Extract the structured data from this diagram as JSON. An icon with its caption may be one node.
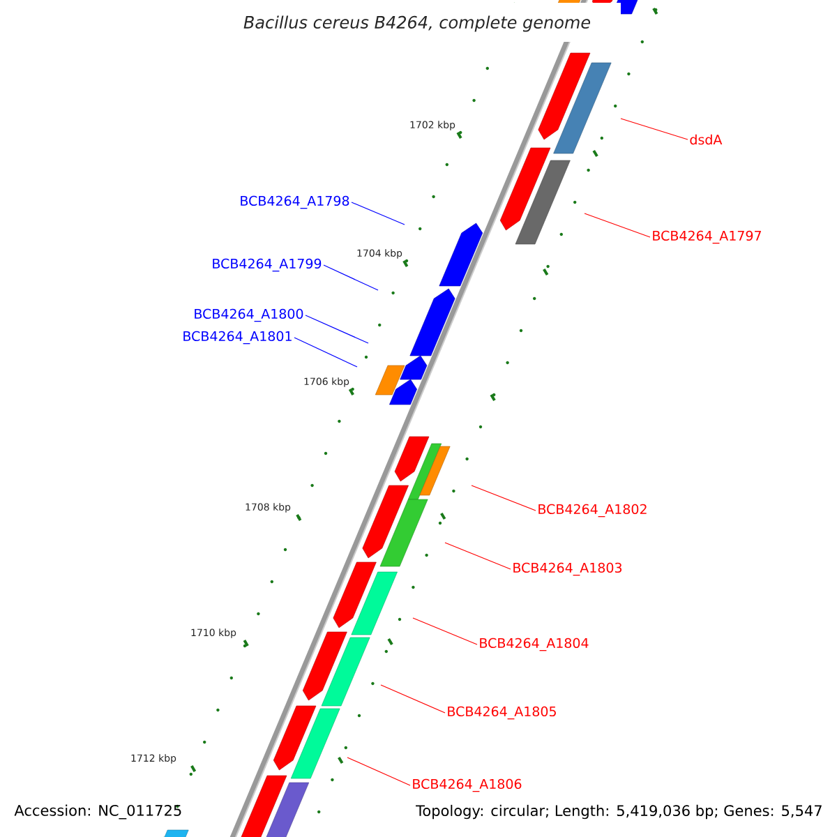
{
  "diagram": {
    "title": "Bacillus cereus B4264, complete genome",
    "nodes": [
      {
        "text": [
          "dsdA"
        ]
      },
      {
        "text": [
          "BCB4264_A1797"
        ]
      },
      {
        "text": [
          "BCB4264_A1798"
        ]
      },
      {
        "text": [
          "BCB4264_A1799"
        ]
      },
      {
        "text": [
          "BCB4264_A1800"
        ]
      },
      {
        "text": [
          "BCB4264_A1801"
        ]
      },
      {
        "text": [
          "BCB4264_A1802"
        ]
      },
      {
        "text": [
          "BCB4264_A1803"
        ]
      },
      {
        "text": [
          "BCB4264_A1804"
        ]
      },
      {
        "text": [
          "BCB4264_A1805"
        ]
      },
      {
        "text": [
          "BCB4264_A1806"
        ]
      }
    ],
    "edges": [
      {
        "from": 0,
        "to": null,
        "arrow": "none"
      },
      {
        "from": 1,
        "to": null,
        "arrow": "none"
      },
      {
        "from": 2,
        "to": null,
        "arrow": "none",
        "color": "#0000ff"
      },
      {
        "from": 3,
        "to": null,
        "arrow": "none",
        "color": "#0000ff"
      },
      {
        "from": 4,
        "to": null,
        "arrow": "none",
        "color": "#0000ff"
      },
      {
        "from": 5,
        "to": null,
        "arrow": "none",
        "color": "#0000ff"
      },
      {
        "from": 6,
        "to": null,
        "arrow": "none"
      },
      {
        "from": 7,
        "to": null,
        "arrow": "none"
      },
      {
        "from": 8,
        "to": null,
        "arrow": "none"
      },
      {
        "from": 9,
        "to": null,
        "arrow": "none"
      },
      {
        "from": 10,
        "to": null,
        "arrow": "none"
      }
    ],
    "labels": [
      "1702 kbp",
      "1704 kbp",
      "1706 kbp",
      "1708 kbp",
      "1710 kbp",
      "1712 kbp",
      "Accession: NC_011725",
      "Topology: circular; Length: 5,419,036 bp; Genes: 5,547"
    ]
  }
}
